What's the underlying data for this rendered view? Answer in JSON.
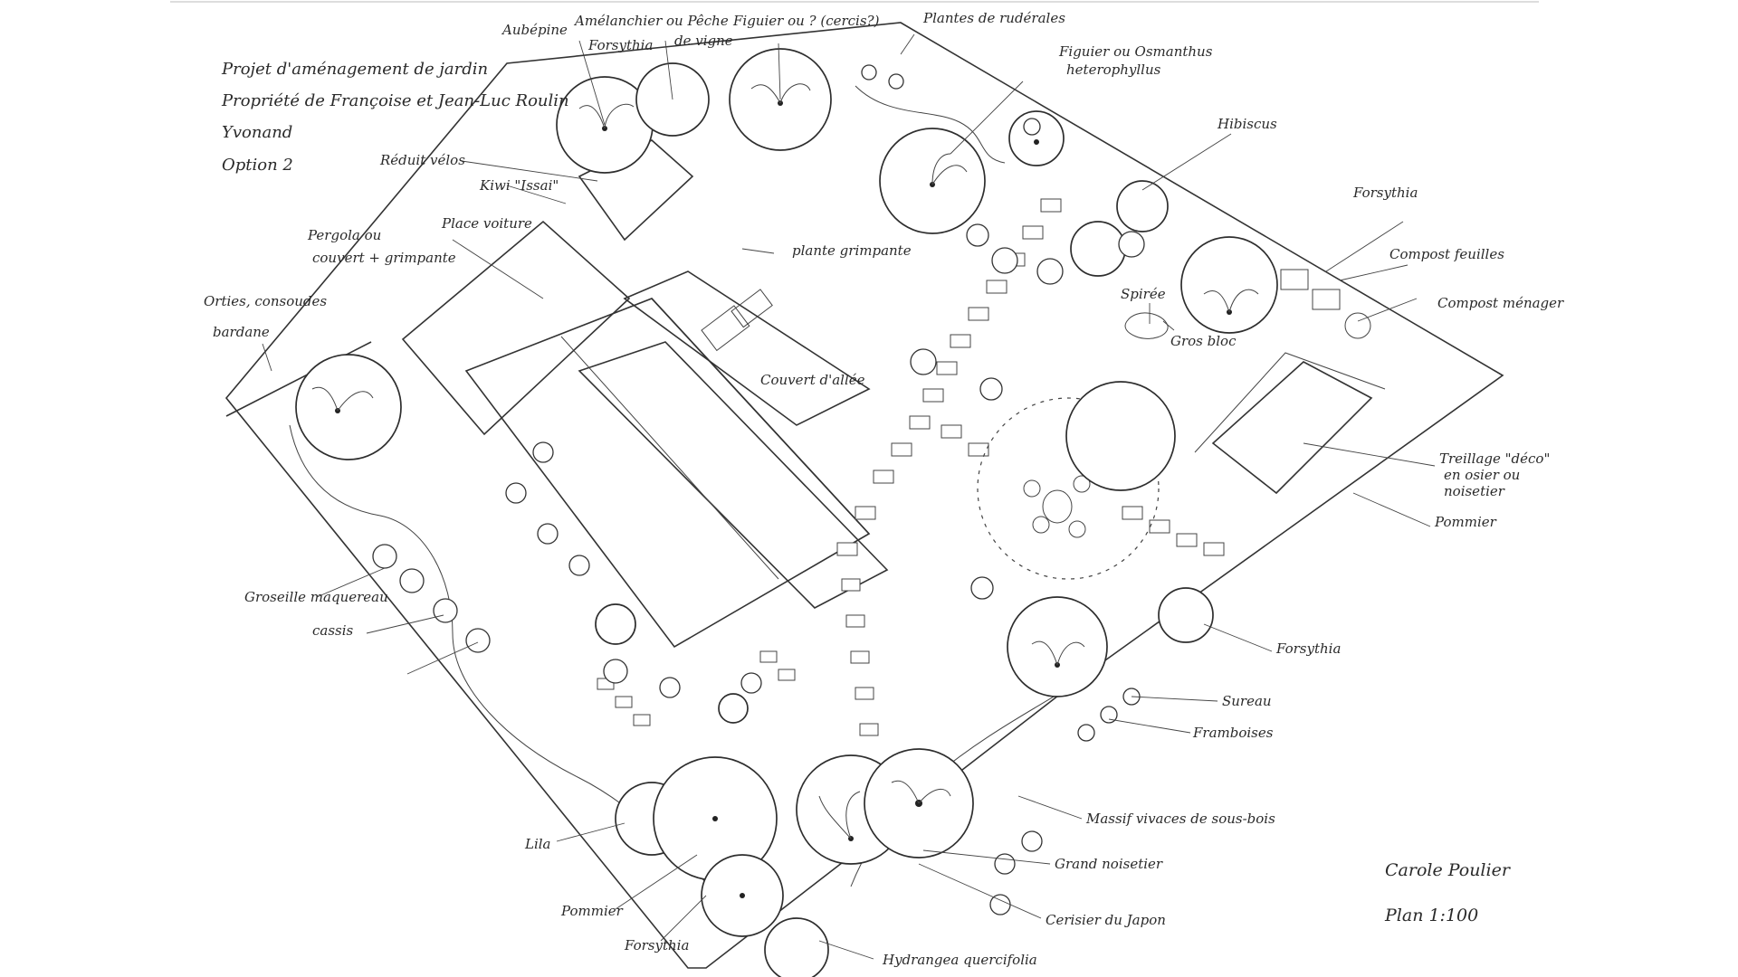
{
  "title": {
    "line1": "Projet d'aménagement de jardin",
    "line2": "Propriété de Françoise et Jean-Luc Roulin",
    "line3": "Yvonand",
    "line4": "Option 2"
  },
  "signature": {
    "author": "Carole Poulier",
    "scale": "Plan 1:100"
  },
  "labels": {
    "aubepine": "Aubépine",
    "amelanchier": "Amélanchier ou Pêche",
    "de_vigne": "de vigne",
    "forsythia_top": "Forsythia",
    "figuier_cercis": "Figuier ou ? (cercis?)",
    "plantes_rudereales": "Plantes de rudérales",
    "figuier_osmanthus": "Figuier ou Osmanthus",
    "heterophyllus": "heterophyllus",
    "hibiscus": "Hibiscus",
    "forsythia_right": "Forsythia",
    "compost_feuilles": "Compost feuilles",
    "compost_menager": "Compost ménager",
    "reduit_velos": "Réduit vélos",
    "kiwi": "Kiwi \"Issai\"",
    "place_voiture": "Place voiture",
    "pergola": "Pergola ou",
    "couvert_grimpante": "couvert + grimpante",
    "plante_grimpante": "plante grimpante",
    "orties": "Orties, consoudes",
    "bardane": "bardane",
    "couvert_allee": "Couvert d'allée",
    "spiree": "Spirée",
    "gros_bloc": "Gros bloc",
    "treillage": "Treillage \"déco\"",
    "treillage2": "en osier ou",
    "treillage3": "noisetier",
    "pommier_right": "Pommier",
    "groseille": "Groseille maquereau",
    "cassis": "cassis",
    "forsythia_mid": "Forsythia",
    "sureau": "Sureau",
    "framboises": "Framboises",
    "massif": "Massif vivaces de sous-bois",
    "grand_noisetier": "Grand noisetier",
    "cerisier": "Cerisier du Japon",
    "hydrangea": "Hydrangea quercifolia",
    "lila": "Lila",
    "pommier_bottom": "Pommier",
    "forsythia_bottom": "Forsythia"
  }
}
